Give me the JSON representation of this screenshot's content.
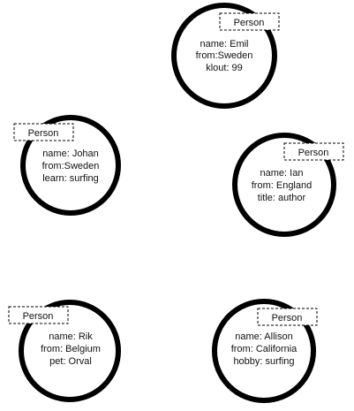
{
  "nodes": [
    {
      "label": "Person",
      "properties": [
        "name: Emil",
        "from:Sweden",
        "klout: 99"
      ]
    },
    {
      "label": "Person",
      "properties": [
        "name: Johan",
        "from:Sweden",
        "learn: surfing"
      ]
    },
    {
      "label": "Person",
      "properties": [
        "name: Ian",
        "from: England",
        "title: author"
      ]
    },
    {
      "label": "Person",
      "properties": [
        "name: Rik",
        "from: Belgium",
        "pet: Orval"
      ]
    },
    {
      "label": "Person",
      "properties": [
        "name: Allison",
        "from: California",
        "hobby: surfing"
      ]
    }
  ]
}
